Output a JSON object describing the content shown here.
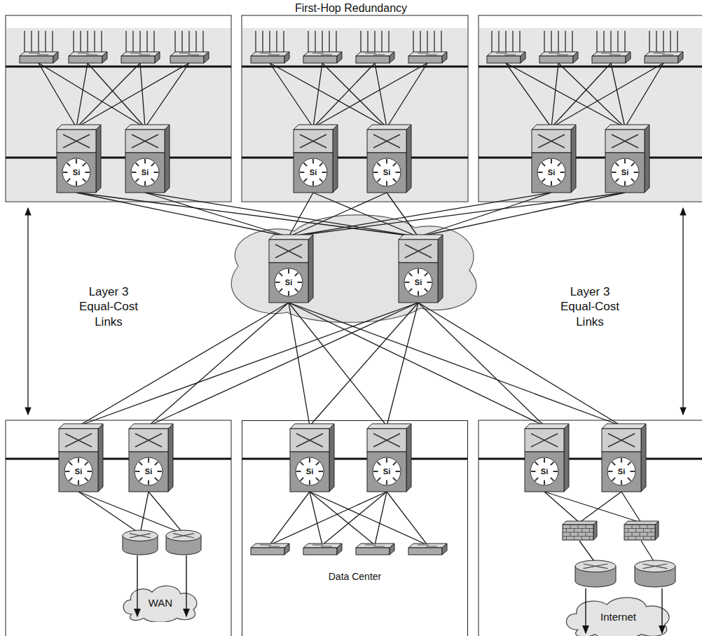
{
  "diagram": {
    "title": "First-Hop Redundancy",
    "nodes": [
      {
        "text": [
          "WAN"
        ]
      },
      {
        "text": [
          "Data Center"
        ]
      },
      {
        "text": [
          "Internet"
        ]
      }
    ],
    "labels": [
      "Si",
      "Si",
      "Si",
      "Si",
      "Si",
      "Si",
      "Layer 3 Equal-Cost Links",
      "Si",
      "Si",
      "Layer 3 Equal-Cost Links",
      "Si",
      "Si",
      "Si",
      "Si",
      "Si",
      "Si"
    ]
  }
}
